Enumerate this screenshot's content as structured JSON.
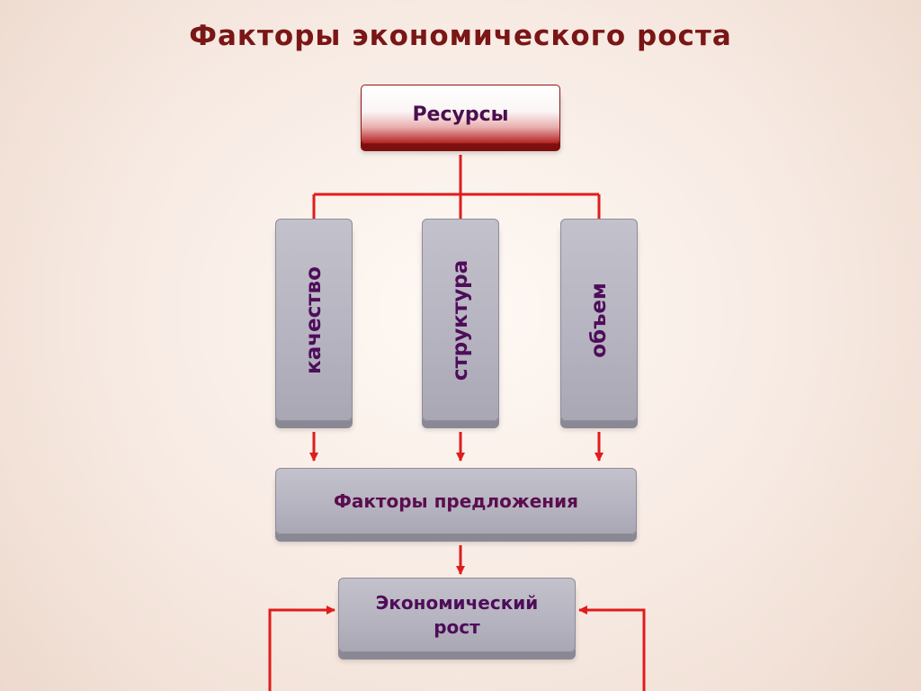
{
  "title": "Факторы экономического роста",
  "top_box": "Ресурсы",
  "vertical_boxes": [
    "качество",
    "структура",
    "объем"
  ],
  "supply_box": "Факторы предложения",
  "growth_box": {
    "line1": "Экономический",
    "line2": "рост"
  },
  "colors": {
    "title": "#7a1616",
    "connector": "#e01c1c",
    "box_gray": "#b5b3bf",
    "text": "#5b0d4f"
  }
}
